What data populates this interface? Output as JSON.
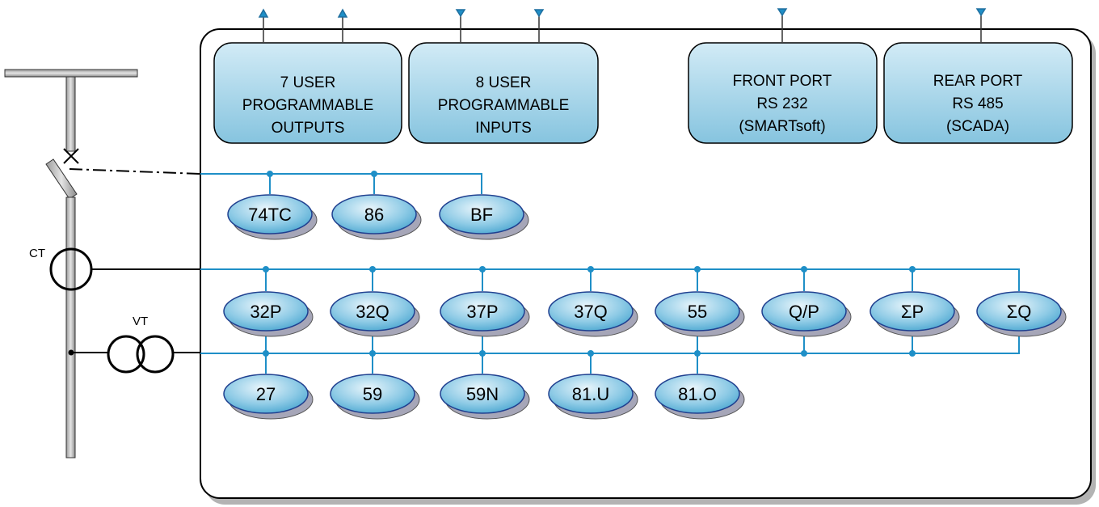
{
  "boxes": {
    "outputs": [
      "7 USER",
      "PROGRAMMABLE",
      "OUTPUTS"
    ],
    "inputs": [
      "8 USER",
      "PROGRAMMABLE",
      "INPUTS"
    ],
    "front_port": [
      "FRONT PORT",
      "RS 232",
      "(SMARTsoft)"
    ],
    "rear_port": [
      "REAR PORT",
      "RS 485",
      "(SCADA)"
    ]
  },
  "breaker_functions": [
    "74TC",
    "86",
    "BF"
  ],
  "ct_functions": [
    "32P",
    "32Q",
    "37P",
    "37Q",
    "55",
    "Q/P",
    "ΣP",
    "ΣQ"
  ],
  "vt_functions": [
    "27",
    "59",
    "59N",
    "81.U",
    "81.O"
  ],
  "labels": {
    "ct": "CT",
    "vt": "VT"
  },
  "colors": {
    "fill_light": "#c8e6f3",
    "fill_dark": "#7fc1dd",
    "line_blue": "#1f8fc7",
    "shadow": "#a6a6b8",
    "outline": "#000000"
  }
}
